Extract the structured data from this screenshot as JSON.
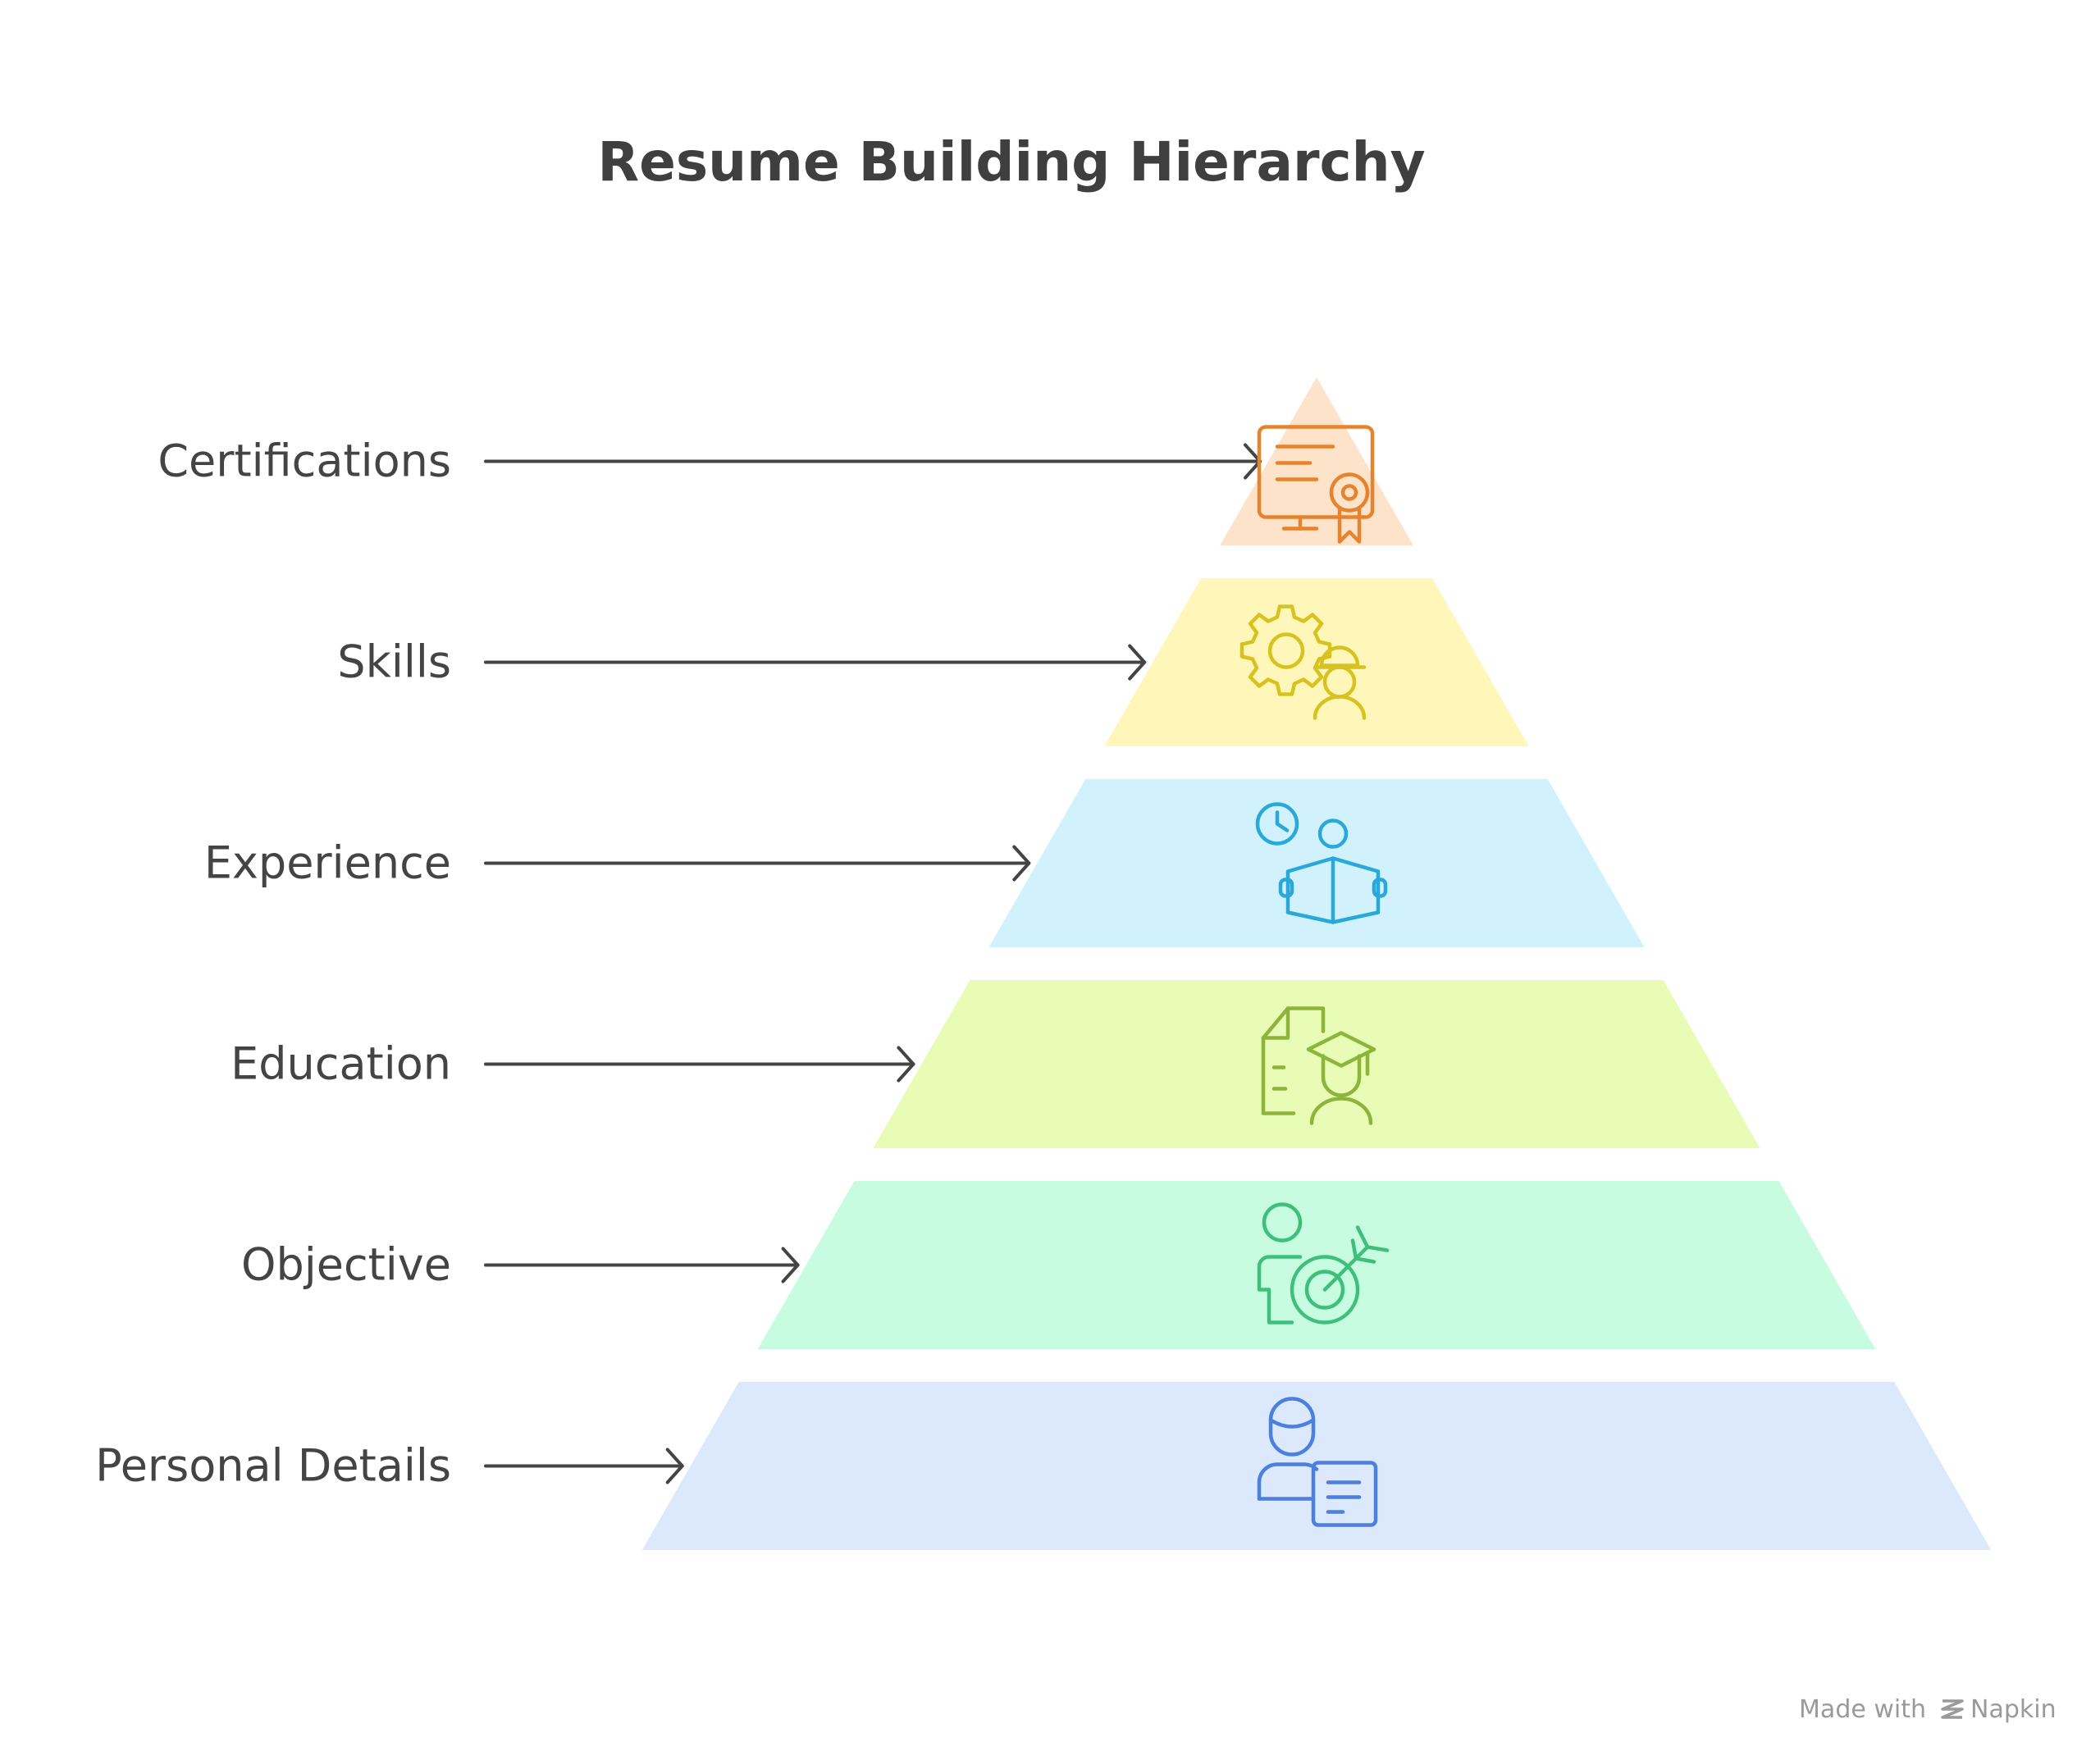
{
  "title": "Resume Building Hierarchy",
  "levels": [
    {
      "label": "Certifications",
      "icon": "certificate-icon",
      "fill": "#fee3cb",
      "stroke": "#e5832f"
    },
    {
      "label": "Skills",
      "icon": "gear-worker-icon",
      "fill": "#fef7b9",
      "stroke": "#d8c21f"
    },
    {
      "label": "Experience",
      "icon": "reader-clock-icon",
      "fill": "#d1f2fc",
      "stroke": "#29a8da"
    },
    {
      "label": "Education",
      "icon": "graduate-document-icon",
      "fill": "#e8fcb5",
      "stroke": "#8db43b"
    },
    {
      "label": "Objective",
      "icon": "person-target-icon",
      "fill": "#c8fce1",
      "stroke": "#3fbf7c"
    },
    {
      "label": "Personal Details",
      "icon": "person-card-icon",
      "fill": "#dce8fc",
      "stroke": "#4b7fe0"
    }
  ],
  "footer": {
    "made_with": "Made with",
    "brand": "Napkin"
  }
}
